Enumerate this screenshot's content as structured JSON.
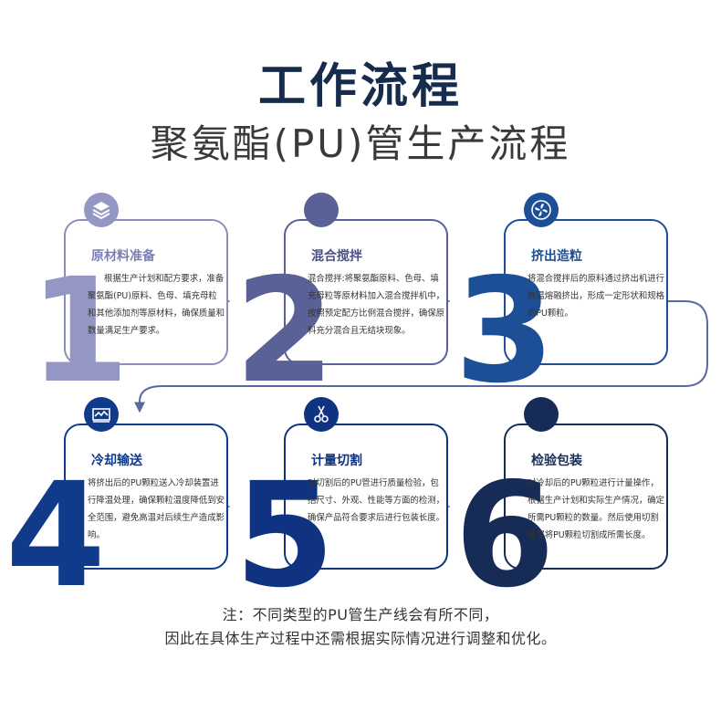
{
  "header": {
    "title": "工作流程",
    "subtitle": "聚氨酯(PU)管生产流程"
  },
  "steps": [
    {
      "number": "1",
      "title": "原材料准备",
      "desc": "根据生产计划和配方要求，准备聚氨酯(PU)原料、色母、填充母粒和其他添加剂等原材料，确保质量和数量满足生产要求。",
      "icon": "layers-icon",
      "color": "#9496c3"
    },
    {
      "number": "2",
      "title": "混合搅拌",
      "desc": "混合搅拌:将聚氨酯原料、色母、填充母粒等原材料加入混合搅拌机中，按照预定配方比例混合搅拌，确保原料充分混合且无结块现象。",
      "icon": "none",
      "color": "#5a6196"
    },
    {
      "number": "3",
      "title": "挤出造粒",
      "desc": "将混合搅拌后的原料通过挤出机进行高温熔融挤出，形成一定形状和规格的PU颗粒。",
      "icon": "fan-icon",
      "color": "#1c4f96"
    },
    {
      "number": "4",
      "title": "冷却输送",
      "desc": "将挤出后的PU颗粒送入冷却装置进行降温处理，确保颗粒温度降低到安全范围，避免高温对后续生产造成影响。",
      "icon": "cooling-icon",
      "color": "#0f3b8a"
    },
    {
      "number": "5",
      "title": "计量切割",
      "desc": "对切割后的PU管进行质量检验，包括尺寸、外观、性能等方面的检测，确保产品符合要求后进行包装长度。",
      "icon": "scissors-icon",
      "color": "#0f3380"
    },
    {
      "number": "6",
      "title": "检验包装",
      "desc": "对冷却后的PU颗粒进行计量操作，根据生产计划和实际生产情况，确定所需PU颗粒的数量。然后使用切割装置将PU颗粒切割成所需长度。",
      "icon": "none",
      "color": "#162c57"
    }
  ],
  "note": {
    "line1": "注：不同类型的PU管生产线会有所不同，",
    "line2": "因此在具体生产过程中还需根据实际情况进行调整和优化。"
  },
  "colors": {
    "title": "#172c4d",
    "line": "#5a6aa0"
  }
}
